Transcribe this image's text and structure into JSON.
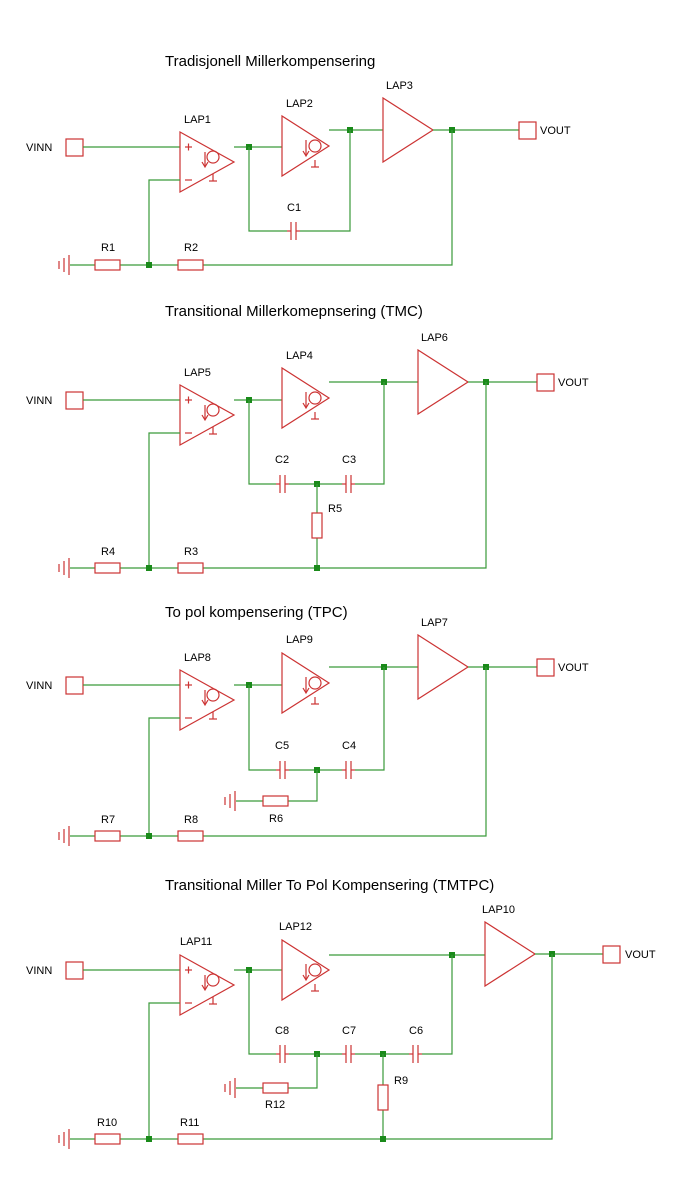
{
  "diagrams": [
    {
      "title": "Tradisjonell Millerkompensering",
      "input_label": "VINN",
      "output_label": "VOUT",
      "amplifiers": [
        "LAP1",
        "LAP2",
        "LAP3"
      ],
      "capacitors": [
        "C1"
      ],
      "resistors": [
        "R1",
        "R2"
      ]
    },
    {
      "title": "Transitional Millerkomepnsering (TMC)",
      "input_label": "VINN",
      "output_label": "VOUT",
      "amplifiers": [
        "LAP5",
        "LAP4",
        "LAP6"
      ],
      "capacitors": [
        "C2",
        "C3"
      ],
      "resistors": [
        "R4",
        "R3",
        "R5"
      ]
    },
    {
      "title": "To pol kompensering (TPC)",
      "input_label": "VINN",
      "output_label": "VOUT",
      "amplifiers": [
        "LAP8",
        "LAP9",
        "LAP7"
      ],
      "capacitors": [
        "C5",
        "C4"
      ],
      "resistors": [
        "R7",
        "R8",
        "R6"
      ]
    },
    {
      "title": "Transitional Miller To Pol Kompensering (TMTPC)",
      "input_label": "VINN",
      "output_label": "VOUT",
      "amplifiers": [
        "LAP11",
        "LAP12",
        "LAP10"
      ],
      "capacitors": [
        "C8",
        "C7",
        "C6"
      ],
      "resistors": [
        "R10",
        "R11",
        "R12",
        "R9"
      ]
    }
  ],
  "colors": {
    "wire": "#3a9a3a",
    "component": "#cc3333",
    "node": "#1a8a1a",
    "text": "#000000"
  }
}
